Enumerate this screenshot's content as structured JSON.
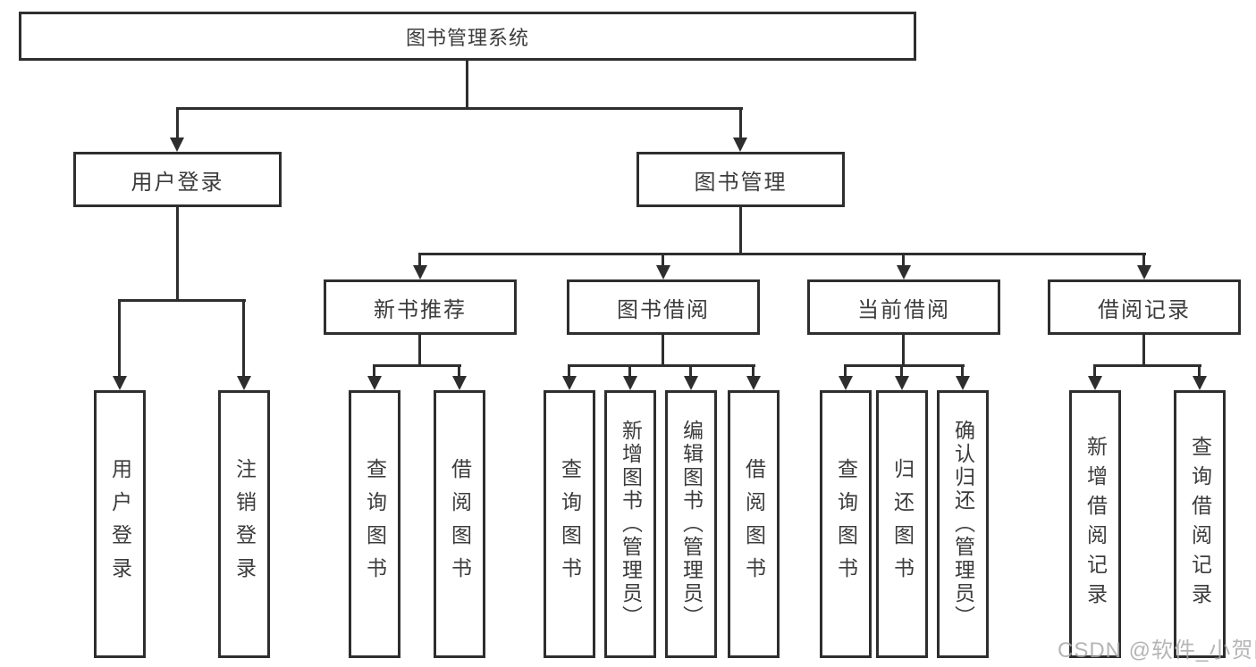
{
  "diagram_title": "图书管理系统",
  "tree": {
    "root": {
      "label": "图书管理系统"
    },
    "user_branch": {
      "label": "用户登录",
      "children": [
        {
          "label": "用户登录"
        },
        {
          "label": "注销登录"
        }
      ]
    },
    "book_branch": {
      "label": "图书管理",
      "sections": [
        {
          "label": "新书推荐",
          "children": [
            {
              "label": "查询图书"
            },
            {
              "label": "借阅图书"
            }
          ]
        },
        {
          "label": "图书借阅",
          "children": [
            {
              "label": "查询图书"
            },
            {
              "label": "新增图书（管理员）"
            },
            {
              "label": "编辑图书（管理员）"
            },
            {
              "label": "借阅图书"
            }
          ]
        },
        {
          "label": "当前借阅",
          "children": [
            {
              "label": "查询图书"
            },
            {
              "label": "归还图书"
            },
            {
              "label": "确认归还（管理员）"
            }
          ]
        },
        {
          "label": "借阅记录",
          "children": [
            {
              "label": "新增借阅记录"
            },
            {
              "label": "查询借阅记录"
            }
          ]
        }
      ]
    }
  },
  "watermark": "CSDN @软件_小贺同学",
  "colors": {
    "line": "#2e2e2e",
    "text": "#3c3c3c",
    "watermark_text": "#a8a8a8",
    "background": "#ffffff"
  }
}
